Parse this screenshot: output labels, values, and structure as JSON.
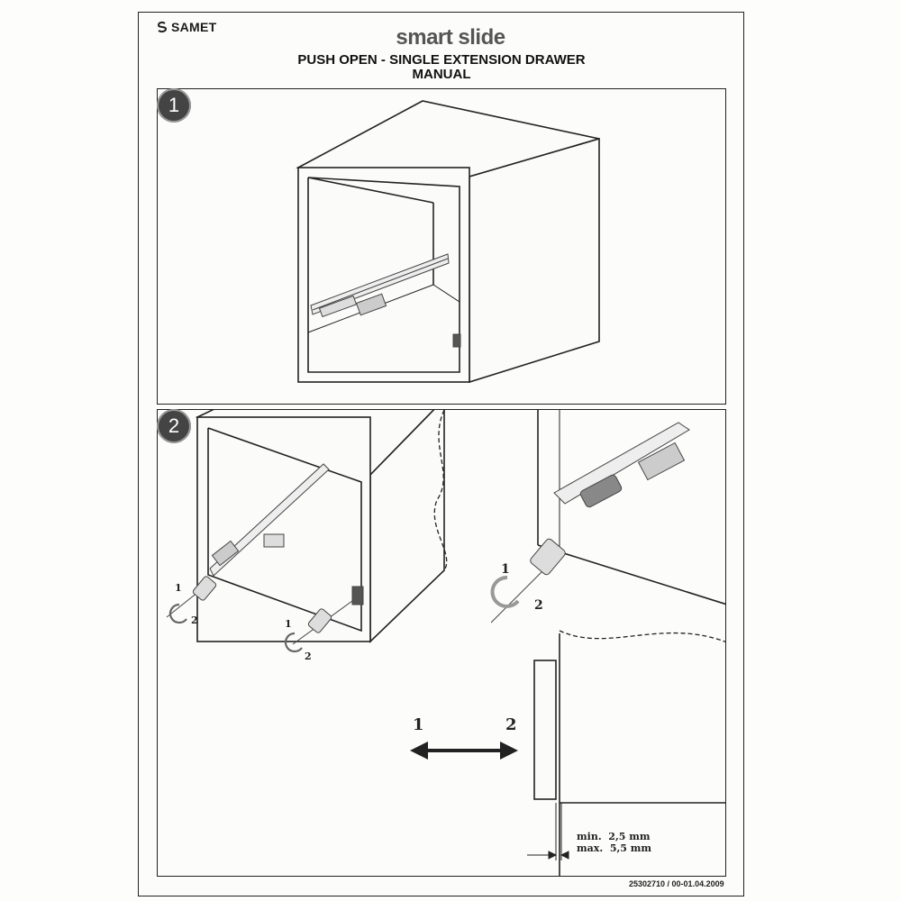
{
  "header": {
    "brand": "SAMET",
    "product": "smart slide",
    "title_line1": "PUSH OPEN - SINGLE EXTENSION DRAWER",
    "title_line2": "MANUAL"
  },
  "steps": [
    {
      "number": "1"
    },
    {
      "number": "2"
    }
  ],
  "step2": {
    "rotation_left": {
      "a": "1",
      "b": "2"
    },
    "rotation_middle": {
      "a": "1",
      "b": "2"
    },
    "rotation_detail": {
      "a": "1",
      "b": "2"
    },
    "direction_left": "1",
    "direction_right": "2",
    "gap_min": "min.  2,5 mm",
    "gap_max": "max.  5,5 mm"
  },
  "footer": {
    "document_code": "25302710 / 00-01.04.2009"
  }
}
